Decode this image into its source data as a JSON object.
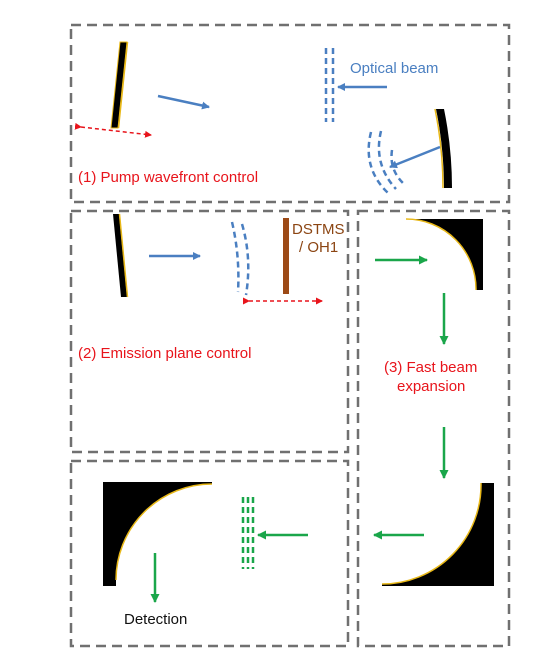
{
  "labels": {
    "optical_beam": "Optical beam",
    "pump_wavefront": "(1) Pump wavefront control",
    "crystal_line1": "DSTMS",
    "crystal_line2": "/ OH1",
    "emission_plane": "(2) Emission plane control",
    "fast_beam_line1": "(3) Fast beam",
    "fast_beam_line2": "expansion",
    "detection": "Detection"
  },
  "colors": {
    "panel_border": "#707070",
    "optical_beam": "#4a7fc1",
    "terahertz_beam": "#1aa64a",
    "translation": "#e8141b",
    "mirror_body": "#000000",
    "mirror_coating": "#e8b818",
    "crystal": "#9c4a16",
    "annotation_red": "#e8141b",
    "crystal_label": "#8b4513"
  }
}
